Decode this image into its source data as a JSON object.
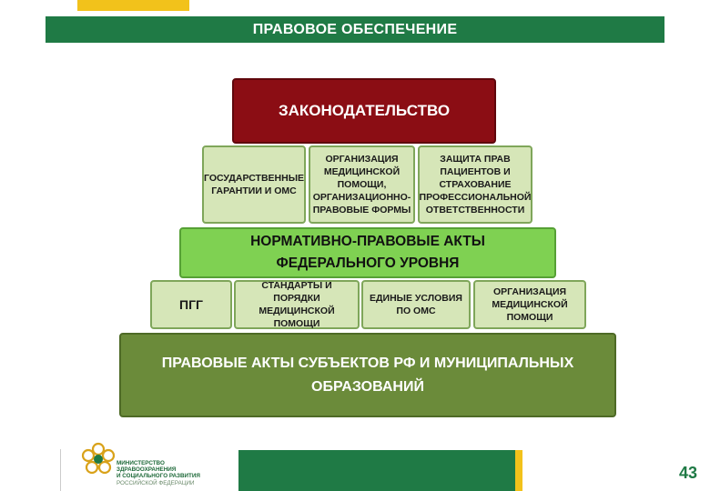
{
  "header": {
    "title": "ПРАВОВОЕ ОБЕСПЕЧЕНИЕ"
  },
  "pyramid": {
    "legislation": "ЗАКОНОДАТЕЛЬСТВО",
    "level2": [
      "ГОСУДАРСТВЕННЫЕ ГАРАНТИИ И ОМС",
      "ОРГАНИЗАЦИЯ МЕДИЦИНСКОЙ ПОМОЩИ, ОРГАНИЗАЦИОННО-ПРАВОВЫЕ ФОРМЫ",
      "ЗАЩИТА ПРАВ ПАЦИЕНТОВ И СТРАХОВАНИЕ ПРОФЕССИОНАЛЬНОЙ ОТВЕТСТВЕННОСТИ"
    ],
    "federal_line1": "НОРМАТИВНО-ПРАВОВЫЕ АКТЫ",
    "federal_line2": "ФЕДЕРАЛЬНОГО УРОВНЯ",
    "level4": [
      "ПГГ",
      "СТАНДАРТЫ И ПОРЯДКИ МЕДИЦИНСКОЙ ПОМОЩИ",
      "ЕДИНЫЕ УСЛОВИЯ ПО ОМС",
      "ОРГАНИЗАЦИЯ МЕДИЦИНСКОЙ ПОМОЩИ"
    ],
    "regional_line1": "ПРАВОВЫЕ АКТЫ СУБЪЕКТОВ РФ И МУНИЦИПАЛЬНЫХ",
    "regional_line2": "ОБРАЗОВАНИЙ"
  },
  "footer": {
    "ministry_line1": "МИНИСТЕРСТВО",
    "ministry_line2": "ЗДРАВООХРАНЕНИЯ",
    "ministry_line3": "И СОЦИАЛЬНОГО РАЗВИТИЯ",
    "ministry_line4": "РОССИЙСКОЙ ФЕДЕРАЦИИ",
    "page_number": "43"
  },
  "colors": {
    "header_green": "#1f7a45",
    "accent_yellow": "#f2c21b",
    "law_red": "#8b0d14",
    "light_green": "#d6e6b8",
    "federal_green": "#7fd152",
    "regional_olive": "#6b8b3a"
  }
}
